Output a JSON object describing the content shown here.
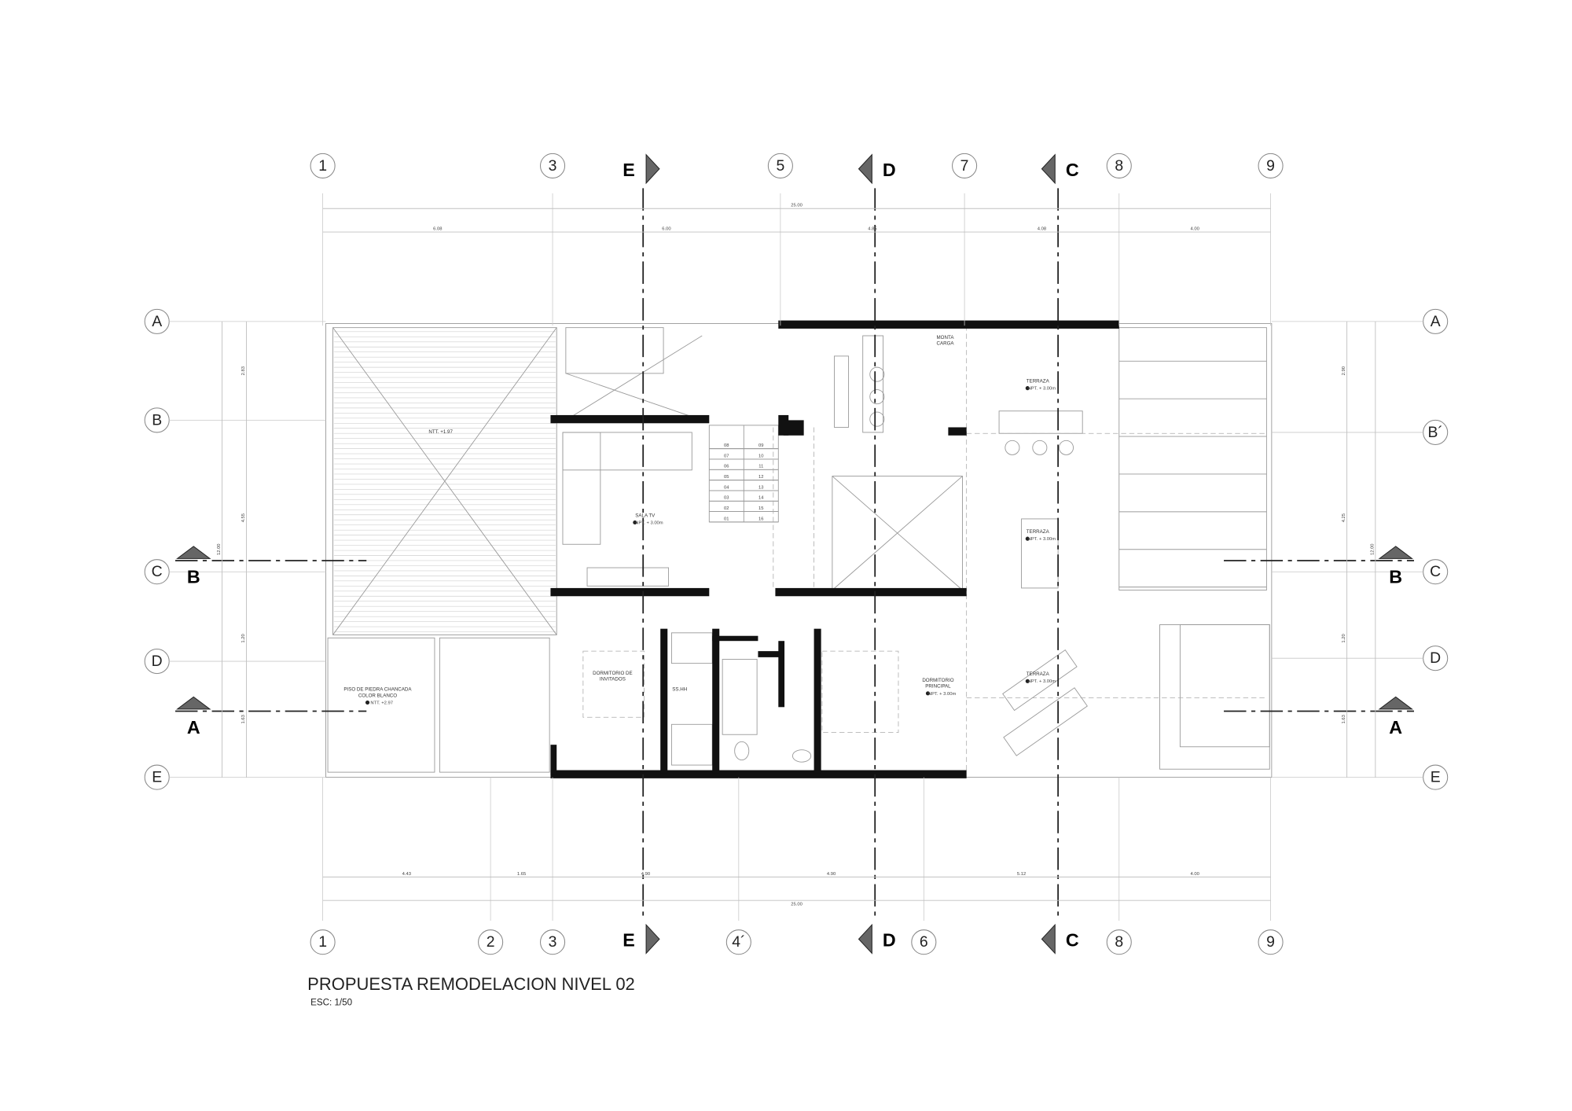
{
  "title": "PROPUESTA REMODELACION NIVEL 02",
  "scale": "ESC: 1/50",
  "grid_top": [
    "1",
    "3",
    "5",
    "7",
    "8",
    "9"
  ],
  "grid_bottom": [
    "1",
    "2",
    "3",
    "4´",
    "6",
    "8",
    "9"
  ],
  "grid_left": [
    "A",
    "B",
    "C",
    "D",
    "E"
  ],
  "grid_right": [
    "A",
    "B´",
    "C",
    "D",
    "E"
  ],
  "sections_vertical": [
    "E",
    "D",
    "C"
  ],
  "sections_horizontal": [
    "B",
    "A"
  ],
  "dims_top": {
    "total": "25.00",
    "parts": [
      "6.08",
      "6.00",
      "4.85",
      "4.08",
      "4.00"
    ]
  },
  "dims_bottom": {
    "total": "25.00",
    "parts": [
      "4.43",
      "1.65",
      "4.90",
      "4.90",
      "5.12",
      "4.00"
    ]
  },
  "dims_left": {
    "total": "12.00",
    "parts": [
      "2.83",
      "4.55",
      "1.20",
      "1.63"
    ]
  },
  "dims_right": {
    "total": "12.00",
    "parts": [
      "2.90",
      "4.25",
      "1.20",
      "1.63"
    ]
  },
  "rooms": [
    {
      "name": "NTT. +1.97",
      "sub": ""
    },
    {
      "name": "PISO DE PIEDRA CHANCADA",
      "sub": "COLOR BLANCO",
      "level": "NTT. +2.97"
    },
    {
      "name": "SALA TV",
      "level": "NPT. + 3.00m"
    },
    {
      "name": "MONTA",
      "sub": "CARGA"
    },
    {
      "name": "TERRAZA",
      "level": "NPT. + 3.00m"
    },
    {
      "name": "TERRAZA",
      "level": "NPT. + 3.00m"
    },
    {
      "name": "TERRAZA",
      "level": "NPT. + 3.00m"
    },
    {
      "name": "DORMITORIO DE",
      "sub": "INVITADOS"
    },
    {
      "name": "SS.HH"
    },
    {
      "name": "DORMITORIO",
      "sub": "PRINCIPAL",
      "level": "NPT. + 3.00m"
    }
  ],
  "stairs": [
    "01",
    "02",
    "03",
    "04",
    "05",
    "06",
    "07",
    "08",
    "09",
    "10",
    "11",
    "12",
    "13",
    "14",
    "15",
    "16"
  ],
  "colors": {
    "wall": "#111111",
    "line": "#c8c8c8",
    "section_marker": "#666666"
  }
}
